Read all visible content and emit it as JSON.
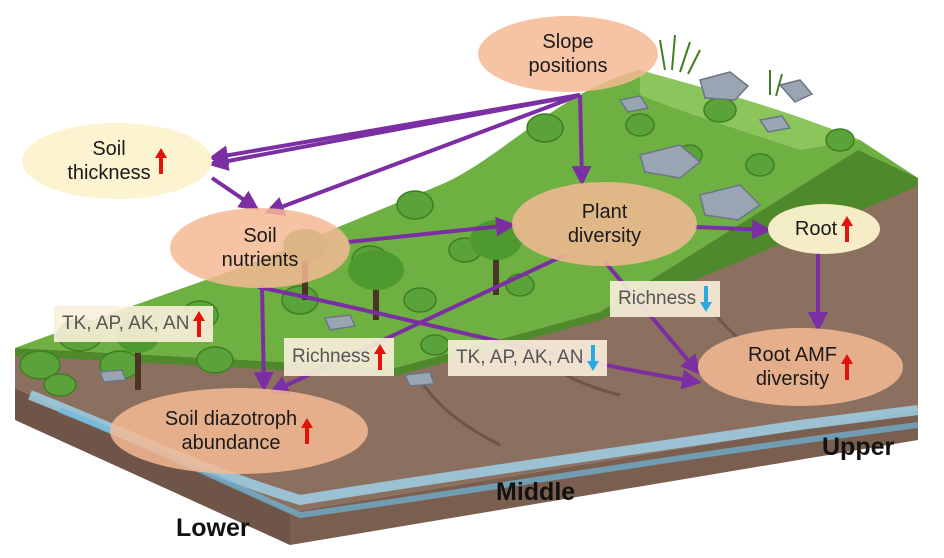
{
  "nodes": {
    "slope_positions": "Slope\npositions",
    "soil_thickness": "Soil\nthickness",
    "soil_nutrients": "Soil\nnutrients",
    "plant_diversity": "Plant\ndiversity",
    "root": "Root",
    "root_amf_diversity": "Root  AMF\ndiversity",
    "soil_diazotroph_abundance": "Soil diazotroph\nabundance"
  },
  "annotations": {
    "nutrients_lower": "TK, AP, AK, AN",
    "nutrients_upper": "TK, AP, AK, AN",
    "richness_lower": "Richness",
    "richness_upper": "Richness"
  },
  "positions": {
    "lower": "Lower",
    "middle": "Middle",
    "upper": "Upper"
  },
  "colors": {
    "arrow": "#7b2fa3",
    "increase": "#e3120b",
    "decrease": "#29a9e1",
    "node_orange": "#f4ba94",
    "node_yellow": "#fcf2cd"
  }
}
